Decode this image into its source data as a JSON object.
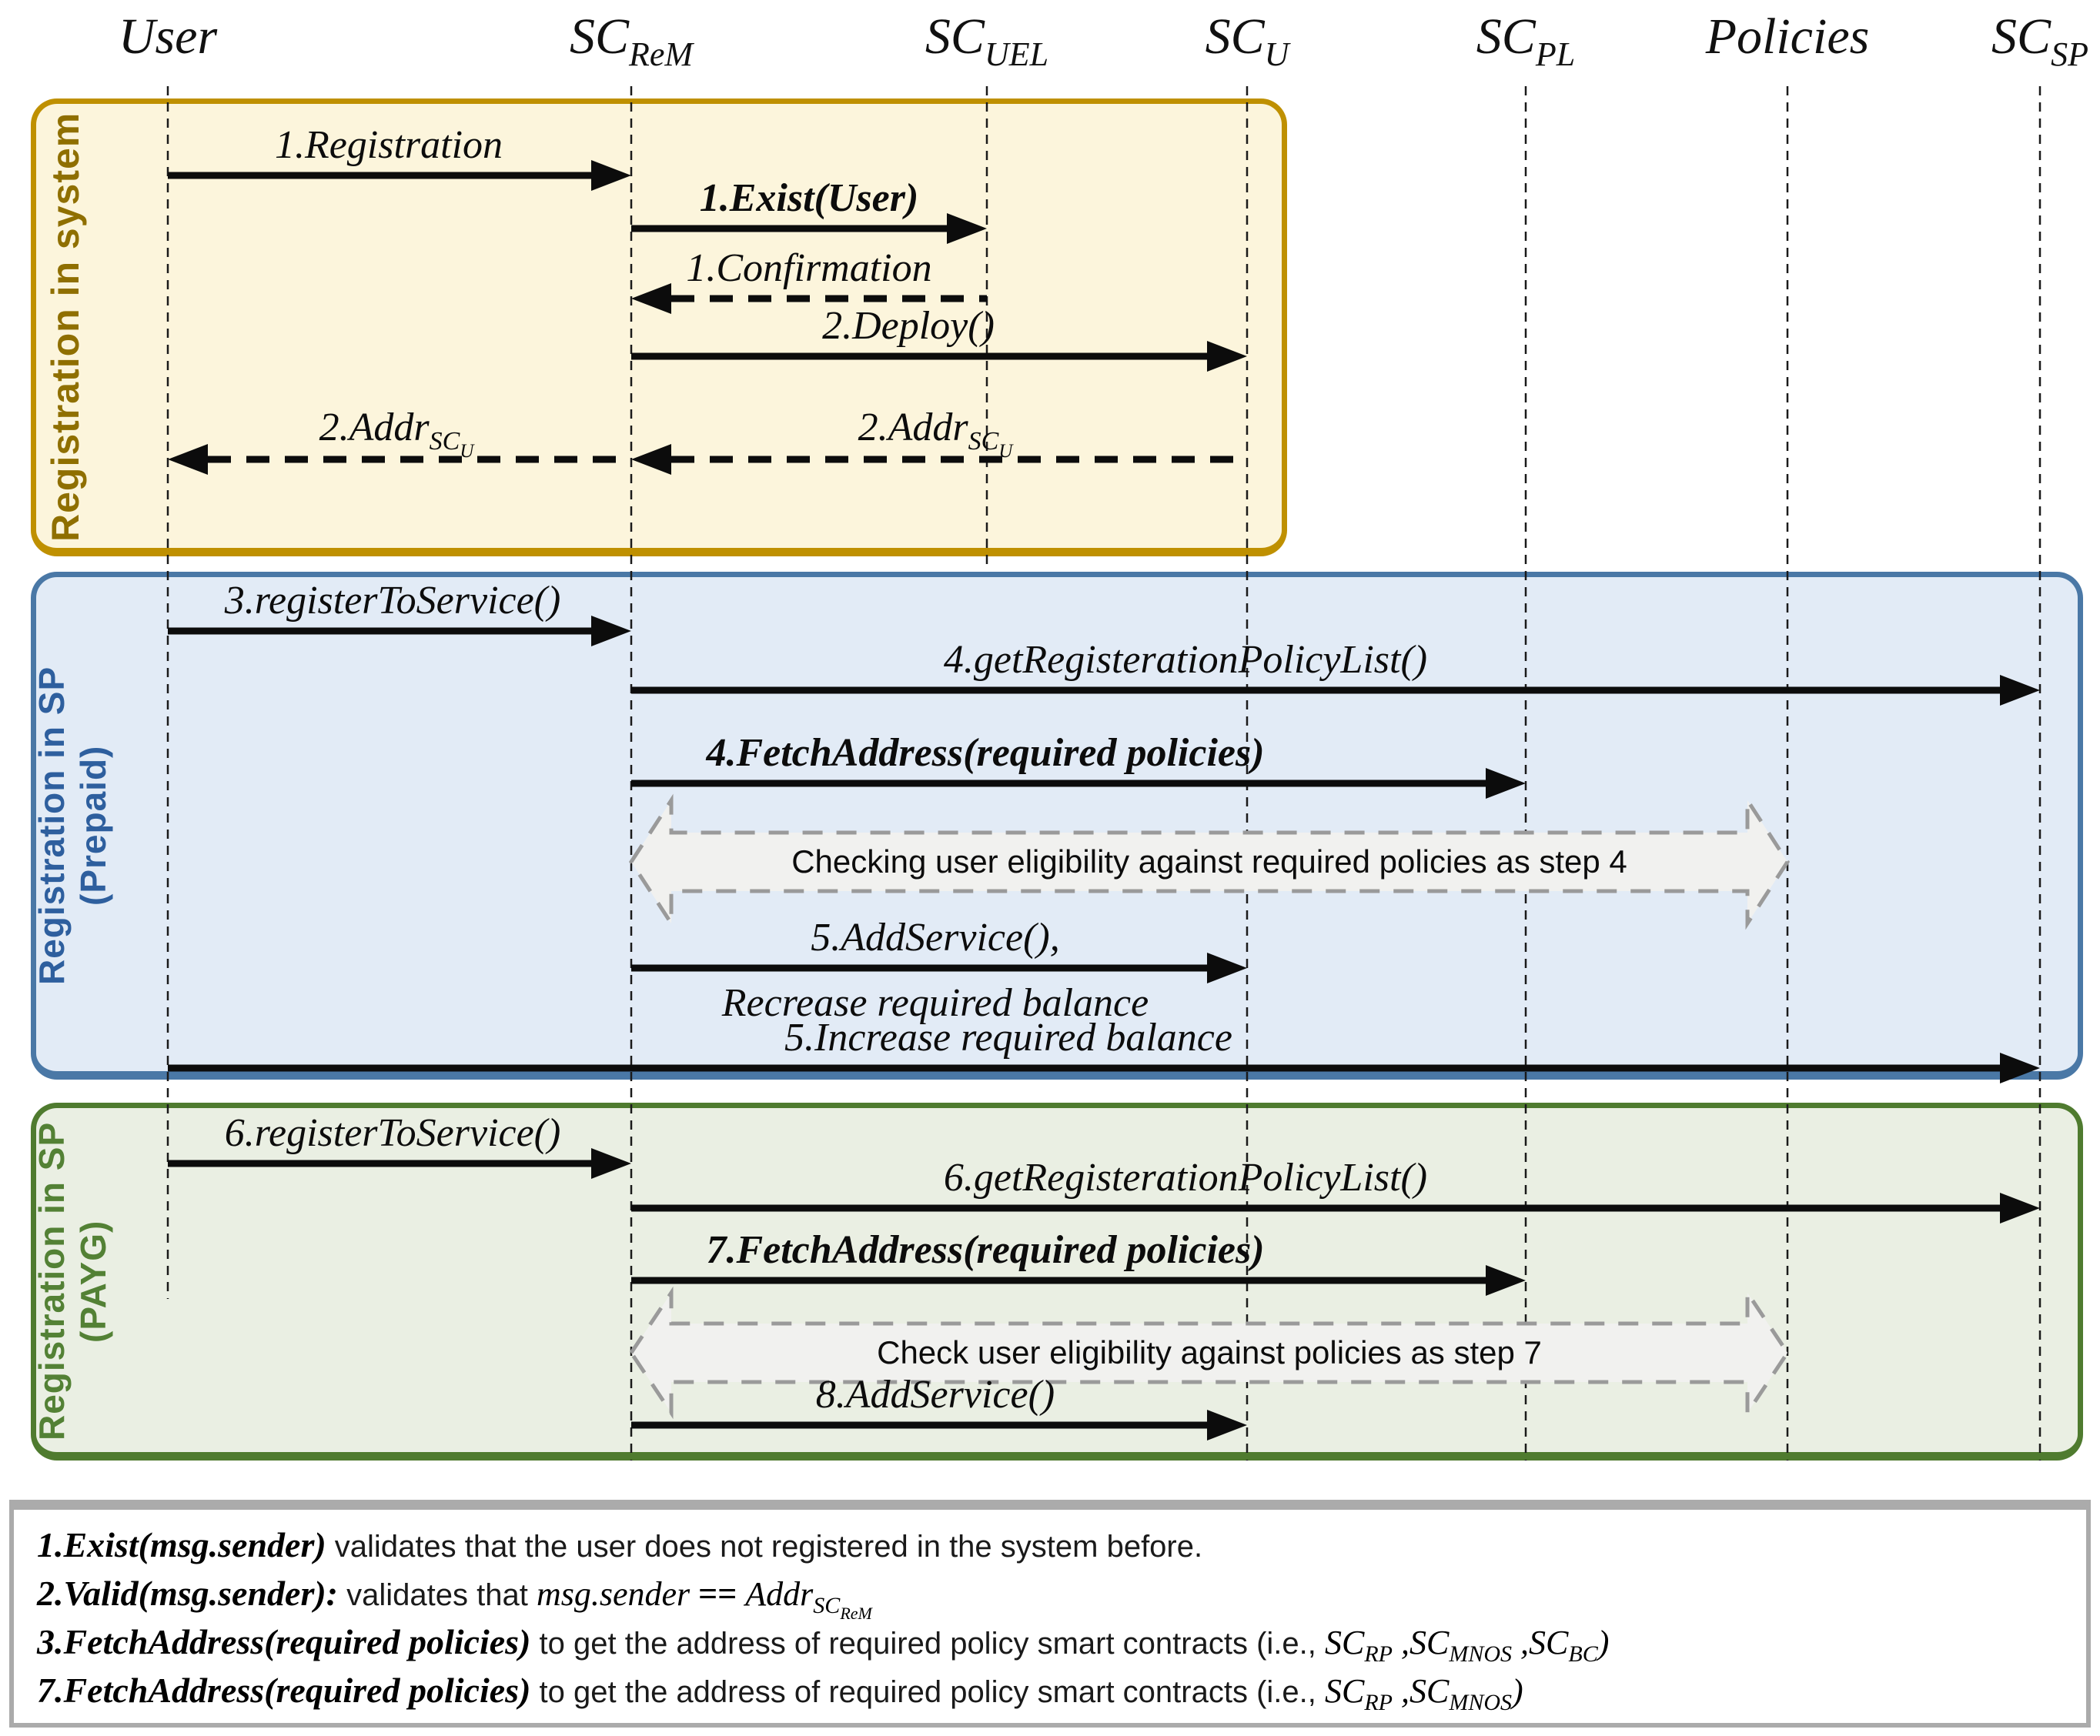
{
  "lifelines": [
    {
      "name": "user",
      "label": "User",
      "sub": ""
    },
    {
      "name": "sc-rem",
      "label": "SC",
      "sub": "ReM"
    },
    {
      "name": "sc-uel",
      "label": "SC",
      "sub": "UEL"
    },
    {
      "name": "sc-u",
      "label": "SC",
      "sub": "U"
    },
    {
      "name": "sc-pl",
      "label": "SC",
      "sub": "PL"
    },
    {
      "name": "policies",
      "label": "Policies",
      "sub": ""
    },
    {
      "name": "sc-sp",
      "label": "SC",
      "sub": "SP"
    }
  ],
  "groups": [
    {
      "name": "registration-in-system",
      "title": "Registration in system",
      "title2": ""
    },
    {
      "name": "registration-in-sp-prepaid",
      "title": "Registration in SP",
      "title2": "(Prepaid)"
    },
    {
      "name": "registration-in-sp-payg",
      "title": "Registration in SP",
      "title2": "(PAYG)"
    }
  ],
  "messages": {
    "m1": {
      "label": "1.Registration"
    },
    "m2": {
      "label": "1.Exist(User)"
    },
    "m3": {
      "label": "1.Confirmation"
    },
    "m4": {
      "label": "2.Deploy()"
    },
    "m5": {
      "pre": "2.Addr",
      "sub": "SC",
      "subsub": "U"
    },
    "m6": {
      "pre": "2.Addr",
      "sub": "SC",
      "subsub": "U"
    },
    "m7": {
      "label": "3.registerToService()"
    },
    "m8": {
      "label": "4.getRegisterationPolicyList()"
    },
    "m9": {
      "label": "4.FetchAddress(required policies)"
    },
    "m10": {
      "label": "5.AddService(),",
      "label2": "Recrease required balance"
    },
    "m11": {
      "label": "5.Increase required balance"
    },
    "m12": {
      "label": "6.registerToService()"
    },
    "m13": {
      "label": "6.getRegisterationPolicyList()"
    },
    "m14": {
      "label": "7.FetchAddress(required policies)"
    },
    "m15": {
      "label": "8.AddService()"
    }
  },
  "balloons": {
    "b1": {
      "label": "Checking user eligibility against required policies as step 4"
    },
    "b2": {
      "label": "Check user eligibility against policies as step 7"
    }
  },
  "notes": {
    "n1": {
      "bold": "1.Exist(msg.sender)",
      "rest": " validates that the user does not registered in the system before."
    },
    "n2": {
      "bold": "2.Valid(msg.sender):",
      "mid": " validates that ",
      "var1": "msg.sender",
      "eq": " == ",
      "var2": "Addr",
      "sub": "SC",
      "subsub": "ReM"
    },
    "n3": {
      "bold": "3.FetchAddress(required policies)",
      "mid": " to get the address of required policy smart contracts (i.e., ",
      "sc1": "SC",
      "sub1": "RP",
      "c1": " ,",
      "sc2": "SC",
      "sub2": "MNOS",
      "c2": " ,",
      "sc3": "SC",
      "sub3": "BC",
      "end": ")"
    },
    "n4": {
      "bold": "7.FetchAddress(required policies)",
      "mid": " to get the address of required policy smart contracts (i.e., ",
      "sc1": "SC",
      "sub1": "RP",
      "c1": " ,",
      "sc2": "SC",
      "sub2": "MNOS",
      "end": ")"
    }
  },
  "colors": {
    "system_accent": "#BF9000",
    "system_fill": "#FCF5DC",
    "system_text": "#8F6F00",
    "prepaid_accent": "#4A78A6",
    "prepaid_fill": "#E2EBF6",
    "prepaid_text": "#2E5F9E",
    "payg_accent": "#4F7B2F",
    "payg_fill": "#EAEFE3",
    "payg_text": "#538135",
    "arrow": "#0c0c0c",
    "balloon_fill": "#F1F1EF",
    "balloon_stroke": "#9A9A9A",
    "notes_border": "#ABABAB"
  }
}
